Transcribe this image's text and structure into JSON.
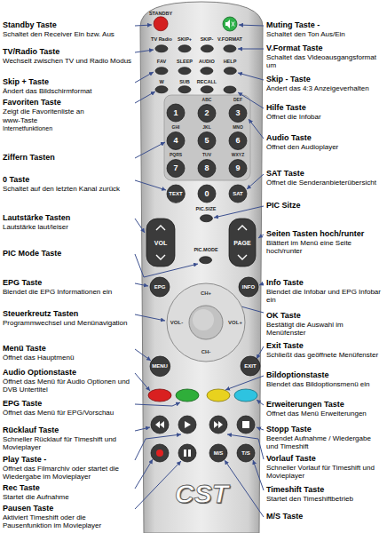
{
  "diagram": {
    "nodes": [
      {
        "text": [
          "CST"
        ]
      },
      {
        "text": [
          "STANDBY"
        ],
        "in": 0
      },
      {
        "text": [
          "TV Radio"
        ],
        "in": 0
      },
      {
        "text": [
          "SKIP+"
        ],
        "in": 0
      },
      {
        "text": [
          "SKIP-"
        ],
        "in": 0
      },
      {
        "text": [
          "V.FORMAT"
        ],
        "in": 0
      },
      {
        "text": [
          "FAV"
        ],
        "in": 0
      },
      {
        "text": [
          "SLEEP"
        ],
        "in": 0
      },
      {
        "text": [
          "AUDIO"
        ],
        "in": 0
      },
      {
        "text": [
          "HELP"
        ],
        "in": 0
      },
      {
        "text": [
          "W"
        ],
        "in": 0
      },
      {
        "text": [
          "SUB"
        ],
        "in": 0
      },
      {
        "text": [
          "RECALL"
        ],
        "in": 0
      },
      {
        "text": [
          "1"
        ],
        "in": 0
      },
      {
        "text": [
          "ABC",
          "2"
        ],
        "in": 0
      },
      {
        "text": [
          "DEF",
          "3"
        ],
        "in": 0
      },
      {
        "text": [
          "GHI",
          "4"
        ],
        "in": 0
      },
      {
        "text": [
          "JKL",
          "5"
        ],
        "in": 0
      },
      {
        "text": [
          "MNO",
          "6"
        ],
        "in": 0
      },
      {
        "text": [
          "PQRS",
          "7"
        ],
        "in": 0
      },
      {
        "text": [
          "TUV",
          "8"
        ],
        "in": 0
      },
      {
        "text": [
          "WXYZ",
          "9"
        ],
        "in": 0
      },
      {
        "text": [
          "TEXT"
        ],
        "in": 0
      },
      {
        "text": [
          "0"
        ],
        "in": 0
      },
      {
        "text": [
          "SAT"
        ],
        "in": 0
      },
      {
        "text": [
          "PIC.SIZE"
        ],
        "in": 0
      },
      {
        "text": [
          "VOL"
        ],
        "in": 0
      },
      {
        "text": [
          "PAGE"
        ],
        "in": 0
      },
      {
        "text": [
          "PIC.MODE"
        ],
        "in": 0
      },
      {
        "text": [
          "EPG"
        ],
        "in": 0
      },
      {
        "text": [
          "INFO"
        ],
        "in": 0
      },
      {
        "text": [
          "CH+",
          "VOL-",
          "VOL+",
          "CH-"
        ],
        "in": 0
      },
      {
        "text": [
          "MENU"
        ],
        "in": 0
      },
      {
        "text": [
          "EXIT"
        ],
        "in": 0
      },
      {
        "text": [
          "M/S"
        ],
        "in": 0
      },
      {
        "text": [
          "T/S"
        ],
        "in": 0
      }
    ],
    "labels": [
      "Standby Taste",
      "Schaltet den Receiver Ein bzw. Aus",
      "TV/Radio Taste",
      "Wechselt zwischen TV und Radio Modus",
      "Skip + Taste",
      "Ändert das Bildschirmformat",
      "Favoriten Taste",
      "Zeigt die Favoritenliste an",
      "www-Taste",
      "Internetfunktionen",
      "Ziffern Tasten",
      "0 Taste",
      "Schaltet auf den letzten Kanal zurück",
      "Lautstärke Tasten",
      "Lautstärke laut/leiser",
      "PIC Mode Taste",
      "EPG Taste",
      "Blendet die EPG Informationen ein",
      "Steuerkreutz Tasten",
      "Programmwechsel und Menünavigation",
      "Menü Taste",
      "Öffnet das Hauptmenü",
      "Audio Optionstaste",
      "Öffnet das Menü für Audio Optionen und DVB Untertitel",
      "EPG Taste",
      "Öffnet das Menü für EPG/Vorschau",
      "Rücklauf Taste",
      "Schneller Rücklauf für Timeshift und Movieplayer",
      "Play Taste -",
      "Öffnet das Filmarchiv oder startet die Wiedergabe im Movieplayer",
      "Rec Taste",
      "Startet die Aufnahme",
      "Pausen Taste",
      "Aktiviert Timeshift oder die Pausenfunktion im Movieplayer",
      "Muting Taste -",
      "Schaltet den Ton Aus/Ein",
      "V.Format Taste",
      "Schaltet das Videoausgangsformat um",
      "Skip - Taste",
      "Ändert das 4:3 Anzeigeverhalten",
      "Hilfe Taste",
      "Öffnet die Infobar",
      "Audio Taste",
      "Öffnet den Audioplayer",
      "SAT Taste",
      "Öffnet die Senderanbieterübersicht",
      "PIC Sitze",
      "Seiten Tasten hoch/runter",
      "Blättert im Menü eine Seite hoch/runter",
      "Info Taste",
      "Blendet die Infobar und EPG Infobar ein",
      "OK Taste",
      "Bestätigt die Auswahl im Menüfenster",
      "Exit Taste",
      "Schließt das geöffnete Menüfenster",
      "Bildoptionstaste",
      "Blendet das Bildoptionsmenü ein",
      "Erweiterungen Taste",
      "Öffnet das Menü Erweiterungen",
      "Stopp Taste",
      "Beendet Aufnahme / Wiedergabe und Timeshift",
      "Vorlauf Taste",
      "Schneller Vorlauf für Timeshift und Movieplayer",
      "Timeshift Taste",
      "Startet den Timeshiftbetrieb",
      "M/S Taste"
    ]
  }
}
